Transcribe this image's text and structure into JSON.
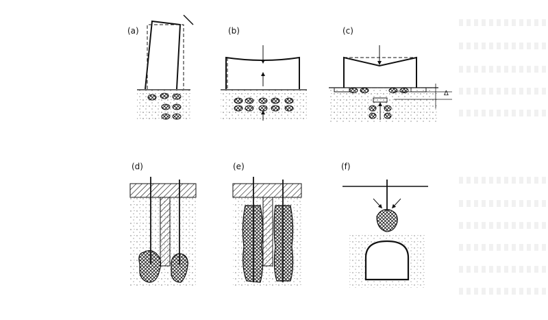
{
  "panels": [
    {
      "id": "a",
      "label": "(a)"
    },
    {
      "id": "b",
      "label": "(b)"
    },
    {
      "id": "c",
      "label": "(c)"
    },
    {
      "id": "d",
      "label": "(d)"
    },
    {
      "id": "e",
      "label": "(e)"
    },
    {
      "id": "f",
      "label": "(f)"
    }
  ],
  "annotations": {
    "settlement_symbol": "Δ"
  },
  "colors": {
    "ink": "#111111",
    "soil_dots": "#555555",
    "background": "#ffffff"
  }
}
